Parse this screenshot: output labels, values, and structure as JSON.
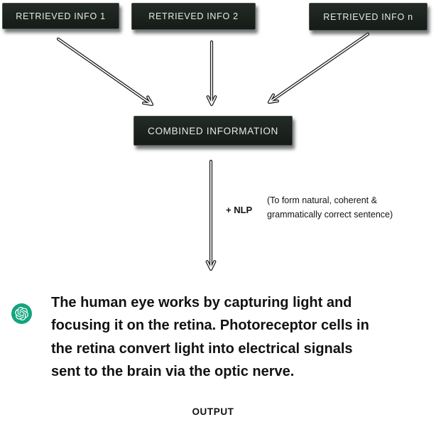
{
  "diagram": {
    "title_context": "retrieval-to-output flow",
    "retrieved_boxes": [
      {
        "label": "RETRIEVED INFO 1"
      },
      {
        "label": "RETRIEVED INFO 2"
      },
      {
        "label": "RETRIEVED INFO n"
      }
    ],
    "combined_box": {
      "label": "COMBINED INFORMATION"
    },
    "nlp": {
      "step_label": "+ NLP",
      "annotation_lines": [
        "(To form natural, coherent &",
        "grammatically correct sentence)"
      ]
    },
    "output": {
      "sentence_lines": [
        "The human eye works by capturing light and",
        "focusing it on the retina. Photoreceptor cells in",
        "the retina convert light into electrical signals",
        "sent to the brain via the optic nerve."
      ],
      "caption": "OUTPUT"
    },
    "icons": {
      "chatgpt_logo": "chatgpt-logo-icon"
    },
    "colors": {
      "page_background": "#ffffff",
      "box_fill_top": "#242b26",
      "box_fill_bottom": "#151b17",
      "box_border": "#49524b",
      "box_text": "#e8ebe8",
      "free_text": "#121212",
      "arrow_core": "#ffffff",
      "arrow_outline": "#1a1a1a",
      "chatgpt_green": "#12a57f"
    }
  }
}
